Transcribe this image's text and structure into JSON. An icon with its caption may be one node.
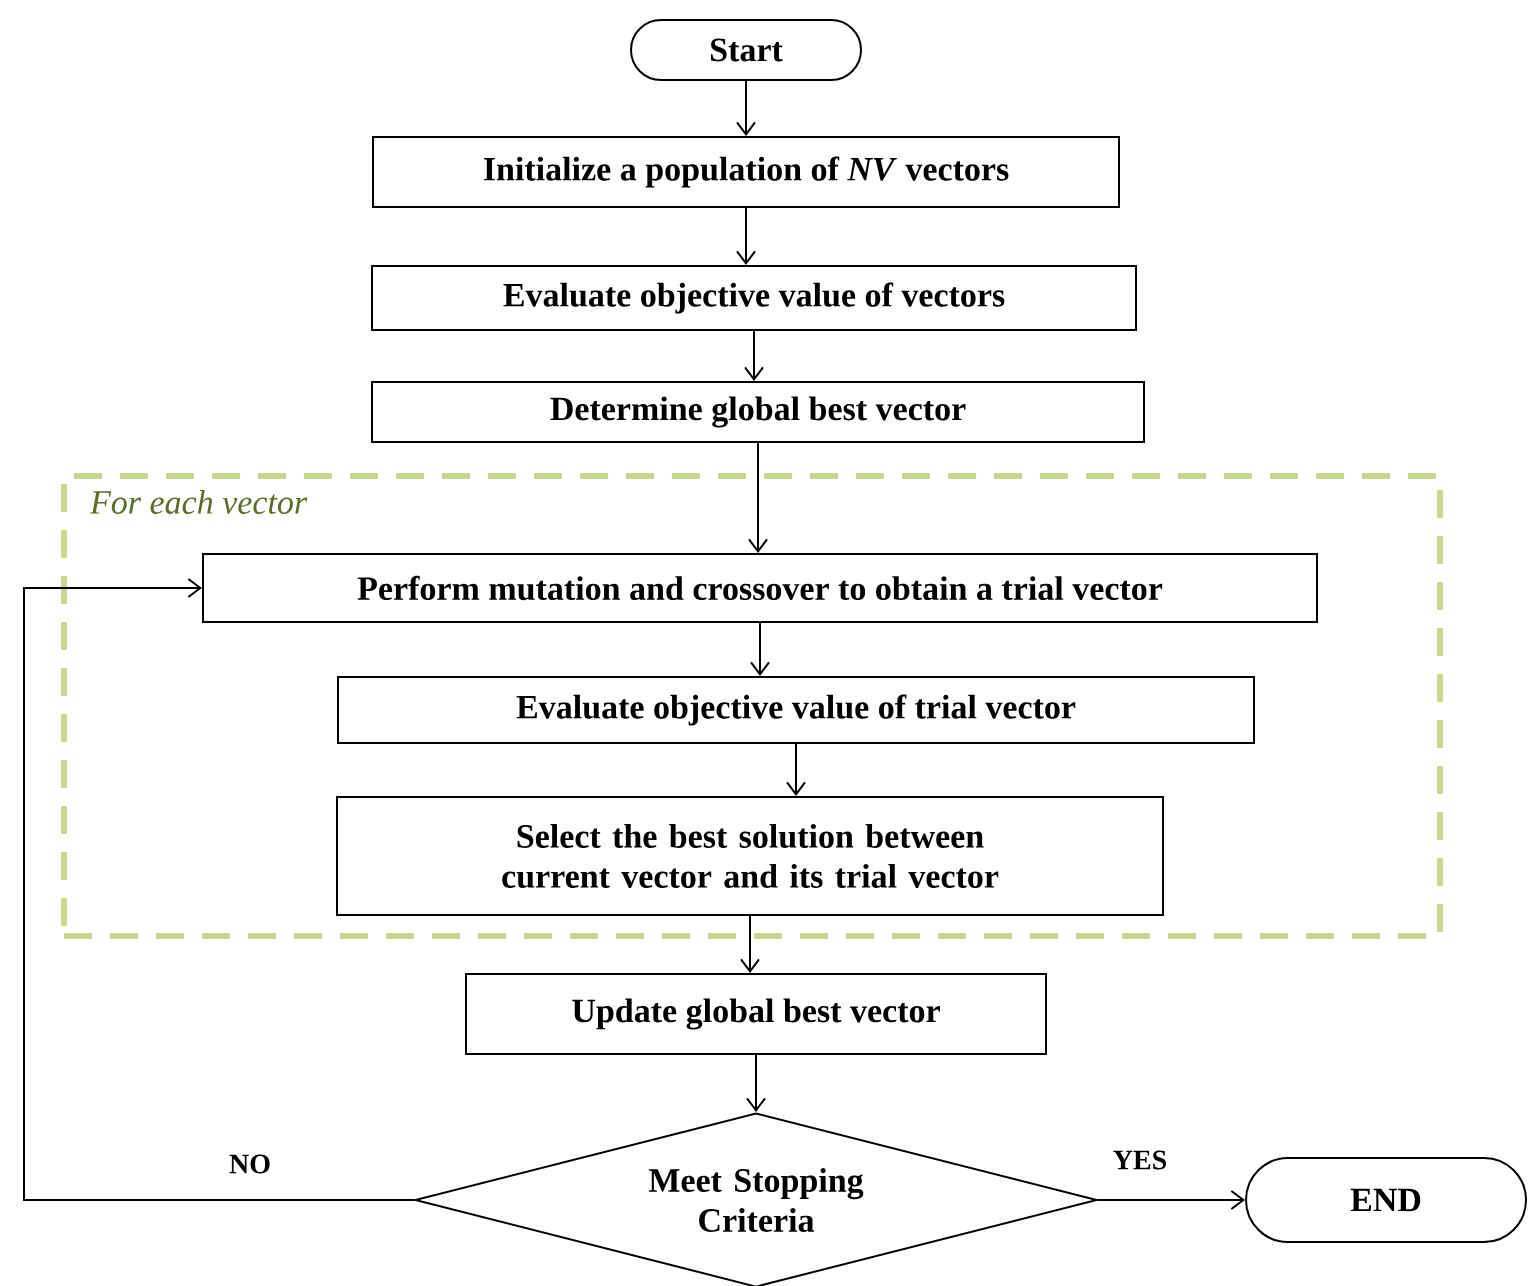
{
  "diagram": {
    "nodes": [
      {
        "text": [
          "Start"
        ]
      },
      {
        "text": [
          "Initialize a population of *NV* vectors"
        ]
      },
      {
        "text": [
          "Evaluate objective value of vectors"
        ]
      },
      {
        "text": [
          "Determine global best vector"
        ]
      },
      {
        "text": [
          "For each vector"
        ]
      },
      {
        "text": [
          "Perform mutation and crossover to obtain a trial vector"
        ],
        "in": 4
      },
      {
        "text": [
          "Evaluate objective value of trial vector"
        ],
        "in": 4
      },
      {
        "text": [
          "Select the best solution between current vector and its trial vector"
        ],
        "in": 4
      },
      {
        "text": [
          "Update global best vector"
        ]
      },
      {
        "text": [
          "Meet Stopping Criteria"
        ]
      },
      {
        "text": [
          "END"
        ]
      }
    ],
    "edges": [
      {
        "from": 0,
        "to": 1,
        "arrow": "to"
      },
      {
        "from": 1,
        "to": 2,
        "arrow": "to"
      },
      {
        "from": 2,
        "to": 3,
        "arrow": "to"
      },
      {
        "from": 3,
        "to": 5,
        "arrow": "to"
      },
      {
        "from": 5,
        "to": 6,
        "arrow": "to"
      },
      {
        "from": 6,
        "to": 7,
        "arrow": "to"
      },
      {
        "from": 7,
        "to": 8,
        "arrow": "to"
      },
      {
        "from": 8,
        "to": 9,
        "arrow": "to"
      },
      {
        "from": 9,
        "to": 5,
        "arrow": "to",
        "label": "NO"
      },
      {
        "from": 9,
        "to": 10,
        "arrow": "to",
        "label": "YES"
      }
    ]
  }
}
